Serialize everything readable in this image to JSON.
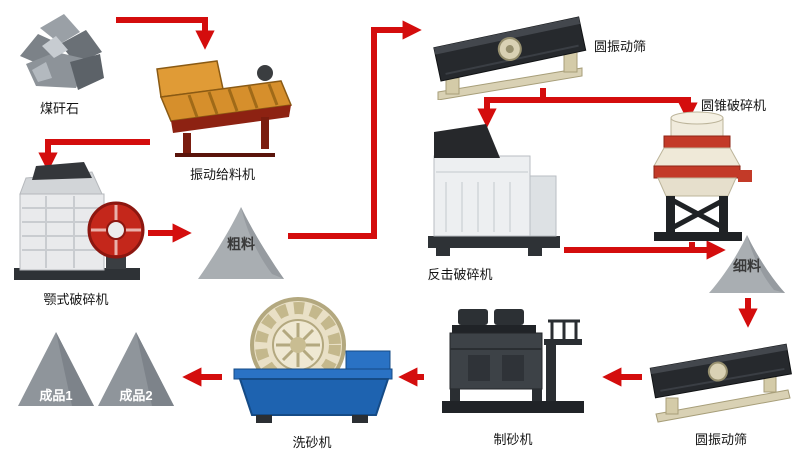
{
  "nodes": {
    "coal_gangue": {
      "label": "煤矸石"
    },
    "vibrating_feeder": {
      "label": "振动给料机"
    },
    "jaw_crusher": {
      "label": "颚式破碎机"
    },
    "coarse_material": {
      "label": "粗料"
    },
    "screen_top": {
      "label": "圆振动筛"
    },
    "cone_crusher": {
      "label": "圆锥破碎机"
    },
    "impact_crusher": {
      "label": "反击破碎机"
    },
    "fine_material": {
      "label": "细料"
    },
    "screen_bottom": {
      "label": "圆振动筛"
    },
    "sand_maker": {
      "label": "制砂机"
    },
    "sand_washer": {
      "label": "洗砂机"
    },
    "product_1": {
      "label": "成品1"
    },
    "product_2": {
      "label": "成品2"
    }
  },
  "flow": [
    {
      "from": "coal_gangue",
      "to": "vibrating_feeder"
    },
    {
      "from": "vibrating_feeder",
      "to": "jaw_crusher"
    },
    {
      "from": "jaw_crusher",
      "to": "coarse_material"
    },
    {
      "from": "coarse_material",
      "to": "screen_top"
    },
    {
      "from": "screen_top",
      "to": "impact_crusher"
    },
    {
      "from": "screen_top",
      "to": "cone_crusher"
    },
    {
      "from": "impact_crusher",
      "to": "fine_material"
    },
    {
      "from": "cone_crusher",
      "to": "fine_material"
    },
    {
      "from": "fine_material",
      "to": "screen_bottom"
    },
    {
      "from": "screen_bottom",
      "to": "sand_maker"
    },
    {
      "from": "sand_maker",
      "to": "sand_washer"
    },
    {
      "from": "sand_washer",
      "to": "product_1"
    },
    {
      "from": "sand_washer",
      "to": "product_2"
    }
  ],
  "colors": {
    "arrow": "#d40d0d",
    "material_cone": "#a9aeb2",
    "product_triangle": "#8f959b",
    "crusher_red": "#c4271b",
    "washer_blue": "#1e63b0",
    "machine_cream": "#efe9d8",
    "background": "#ffffff"
  }
}
